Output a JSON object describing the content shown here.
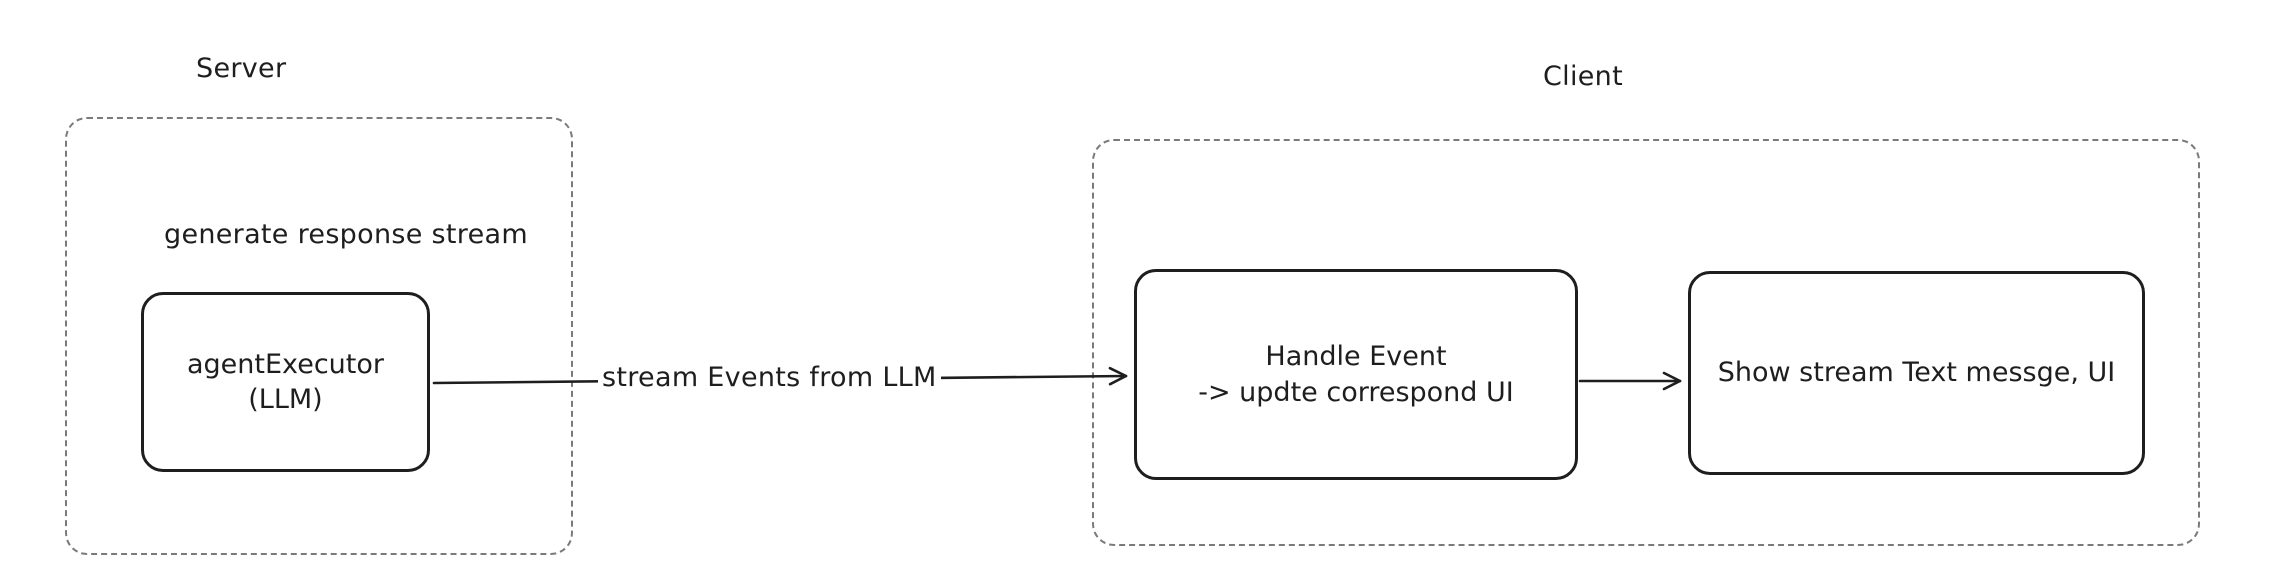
{
  "groups": {
    "server": {
      "title": "Server",
      "caption": "generate response stream"
    },
    "client": {
      "title": "Client"
    }
  },
  "nodes": {
    "agent_executor": {
      "line1": "agentExecutor",
      "line2": "(LLM)"
    },
    "handle_event": {
      "line1": "Handle Event",
      "line2": "-> updte correspond UI"
    },
    "show_stream": {
      "line1": "Show stream Text messge, UI"
    }
  },
  "edges": {
    "agent_to_handle": {
      "label": "stream Events from LLM"
    }
  },
  "colors": {
    "stroke": "#1e1e1e",
    "group_border": "#7a7a7a",
    "background": "#ffffff"
  }
}
